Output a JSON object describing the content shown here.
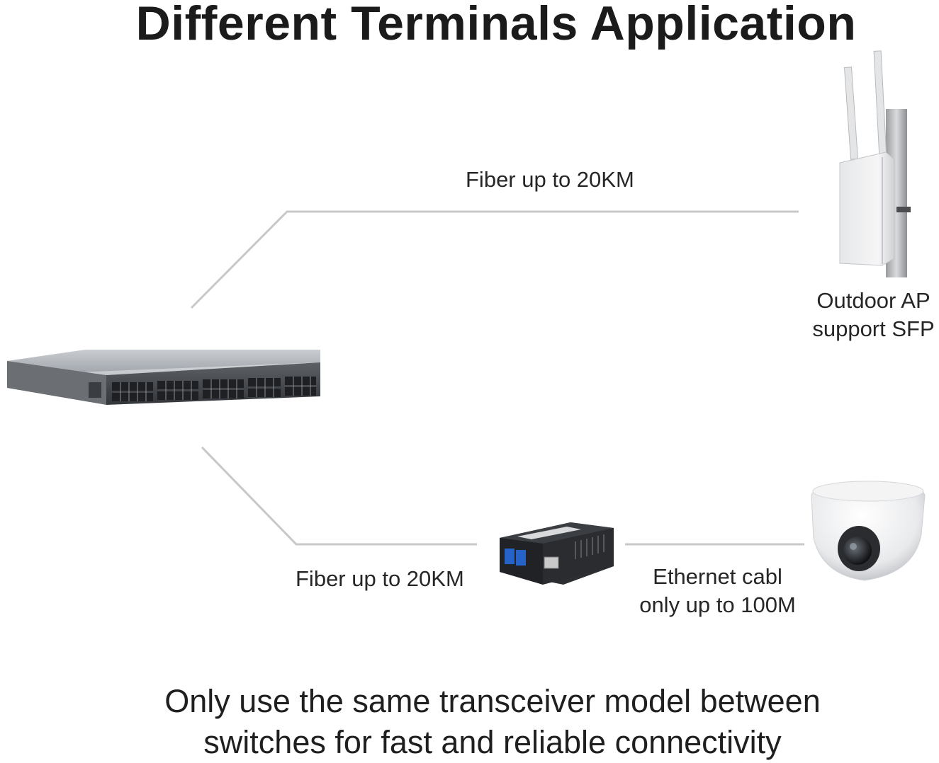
{
  "title": "Different Terminals Application",
  "labels": {
    "fiber_top": "Fiber up to 20KM",
    "outdoor_ap_line1": "Outdoor AP",
    "outdoor_ap_line2": "support SFP",
    "fiber_bottom": "Fiber up to 20KM",
    "ethernet_line1": "Ethernet cabl",
    "ethernet_line2": "only up to 100M"
  },
  "footer": {
    "line1": "Only use the same transceiver model between",
    "line2": "switches for fast and reliable connectivity"
  },
  "devices": {
    "switch": "network-switch-icon",
    "outdoor_ap": "outdoor-access-point-icon",
    "media_converter": "media-converter-icon",
    "camera": "dome-camera-icon"
  },
  "colors": {
    "connector_line": "#c8c8c8",
    "text": "#1f1f1f"
  }
}
